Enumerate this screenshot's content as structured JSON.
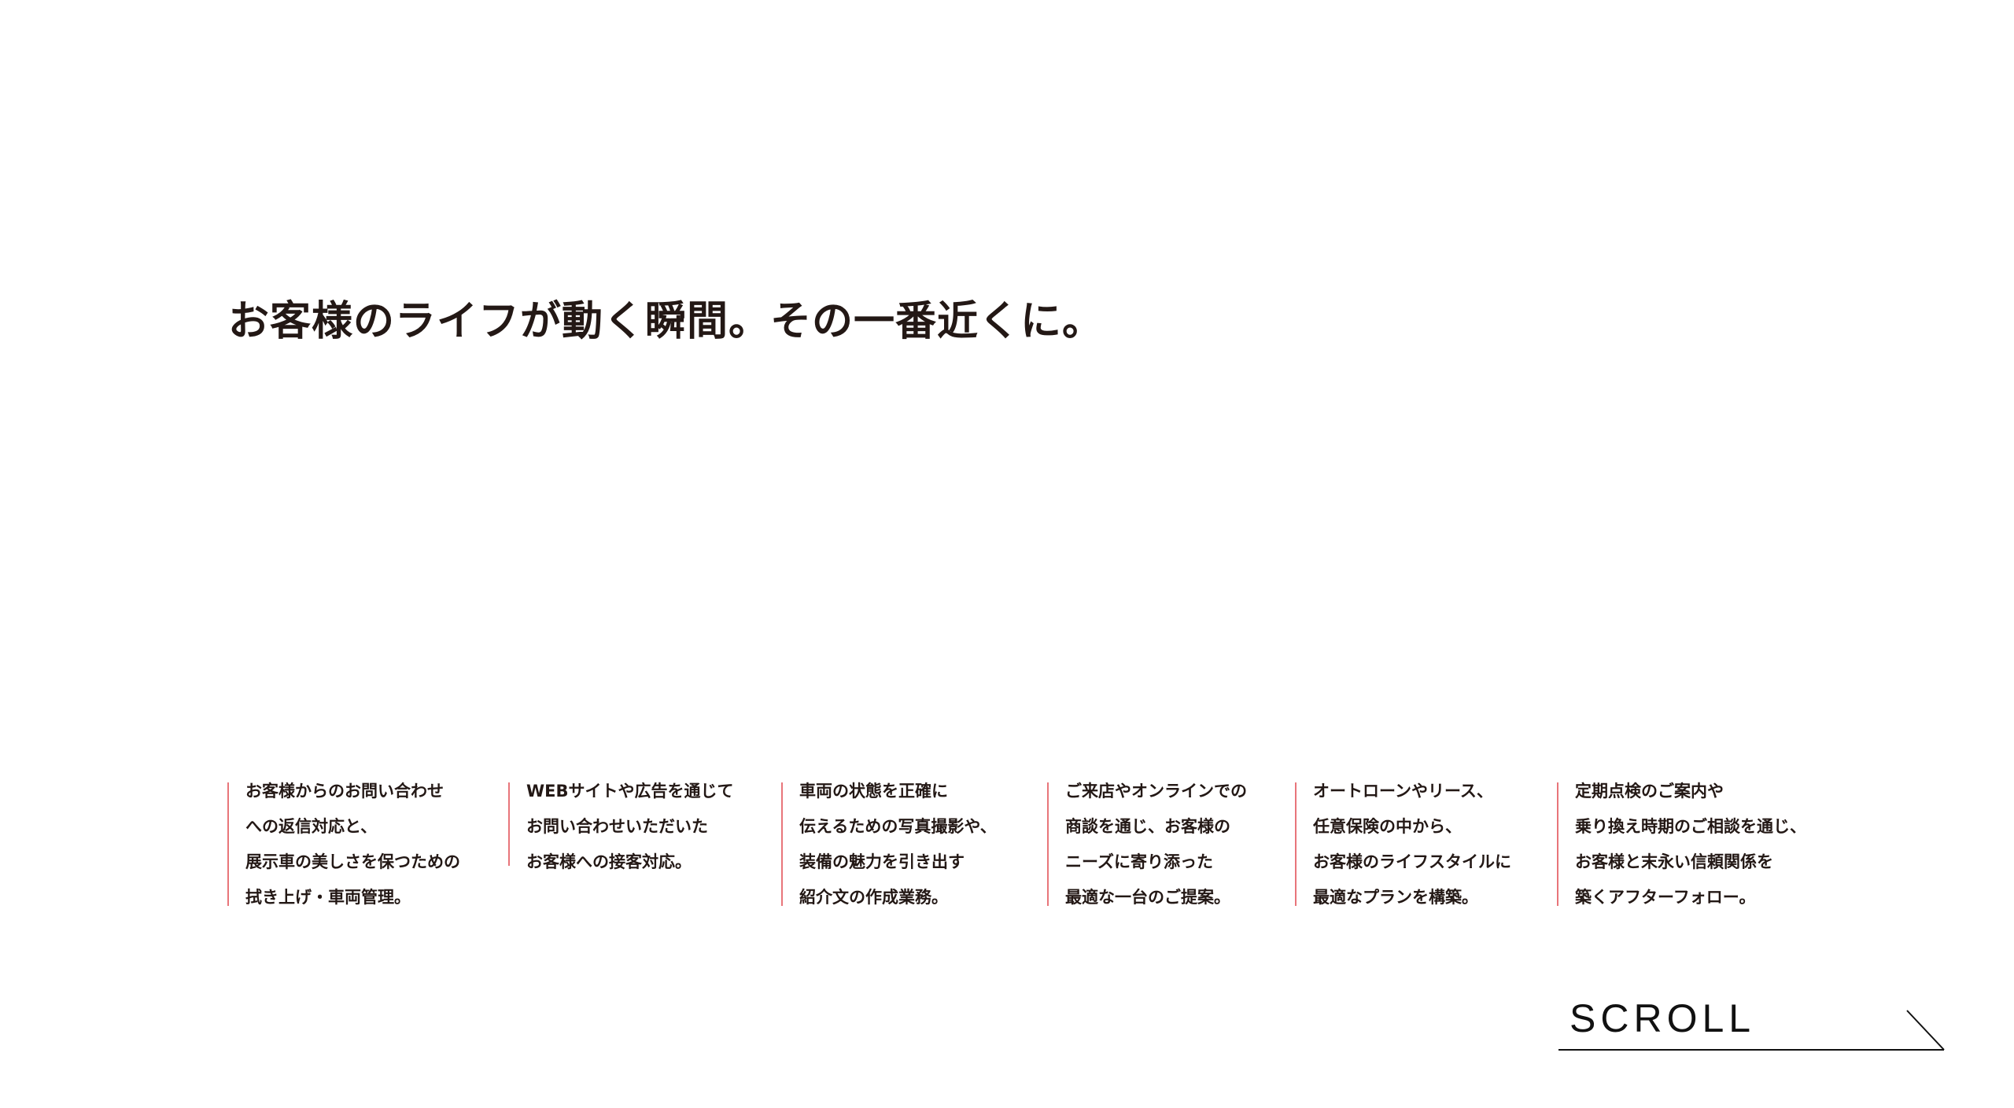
{
  "headline": "お客様のライフが動く瞬間。その一番近くに。",
  "columns": [
    {
      "lines": [
        "お客様からのお問い合わせ",
        "への返信対応と、",
        "展示車の美しさを保つための",
        "拭き上げ・車両管理。"
      ]
    },
    {
      "lines": [
        "WEBサイトや広告を通じて",
        "お問い合わせいただいた",
        "お客様への接客対応。"
      ]
    },
    {
      "lines": [
        "車両の状態を正確に",
        "伝えるための写真撮影や、",
        "装備の魅力を引き出す",
        "紹介文の作成業務。"
      ]
    },
    {
      "lines": [
        "ご来店やオンラインでの",
        "商談を通じ、お客様の",
        "ニーズに寄り添った",
        "最適な一台のご提案。"
      ]
    },
    {
      "lines": [
        "オートローンやリース、",
        "任意保険の中から、",
        "お客様のライフスタイルに",
        "最適なプランを構築。"
      ]
    },
    {
      "lines": [
        "定期点検のご案内や",
        "乗り換え時期のご相談を通じ、",
        "お客様と末永い信頼関係を",
        "築くアフターフォロー。"
      ]
    }
  ],
  "scroll": {
    "label": "SCROLL",
    "icon": "arrow-right-icon"
  },
  "colors": {
    "accent_line": "#e8757a",
    "text": "#231815"
  }
}
